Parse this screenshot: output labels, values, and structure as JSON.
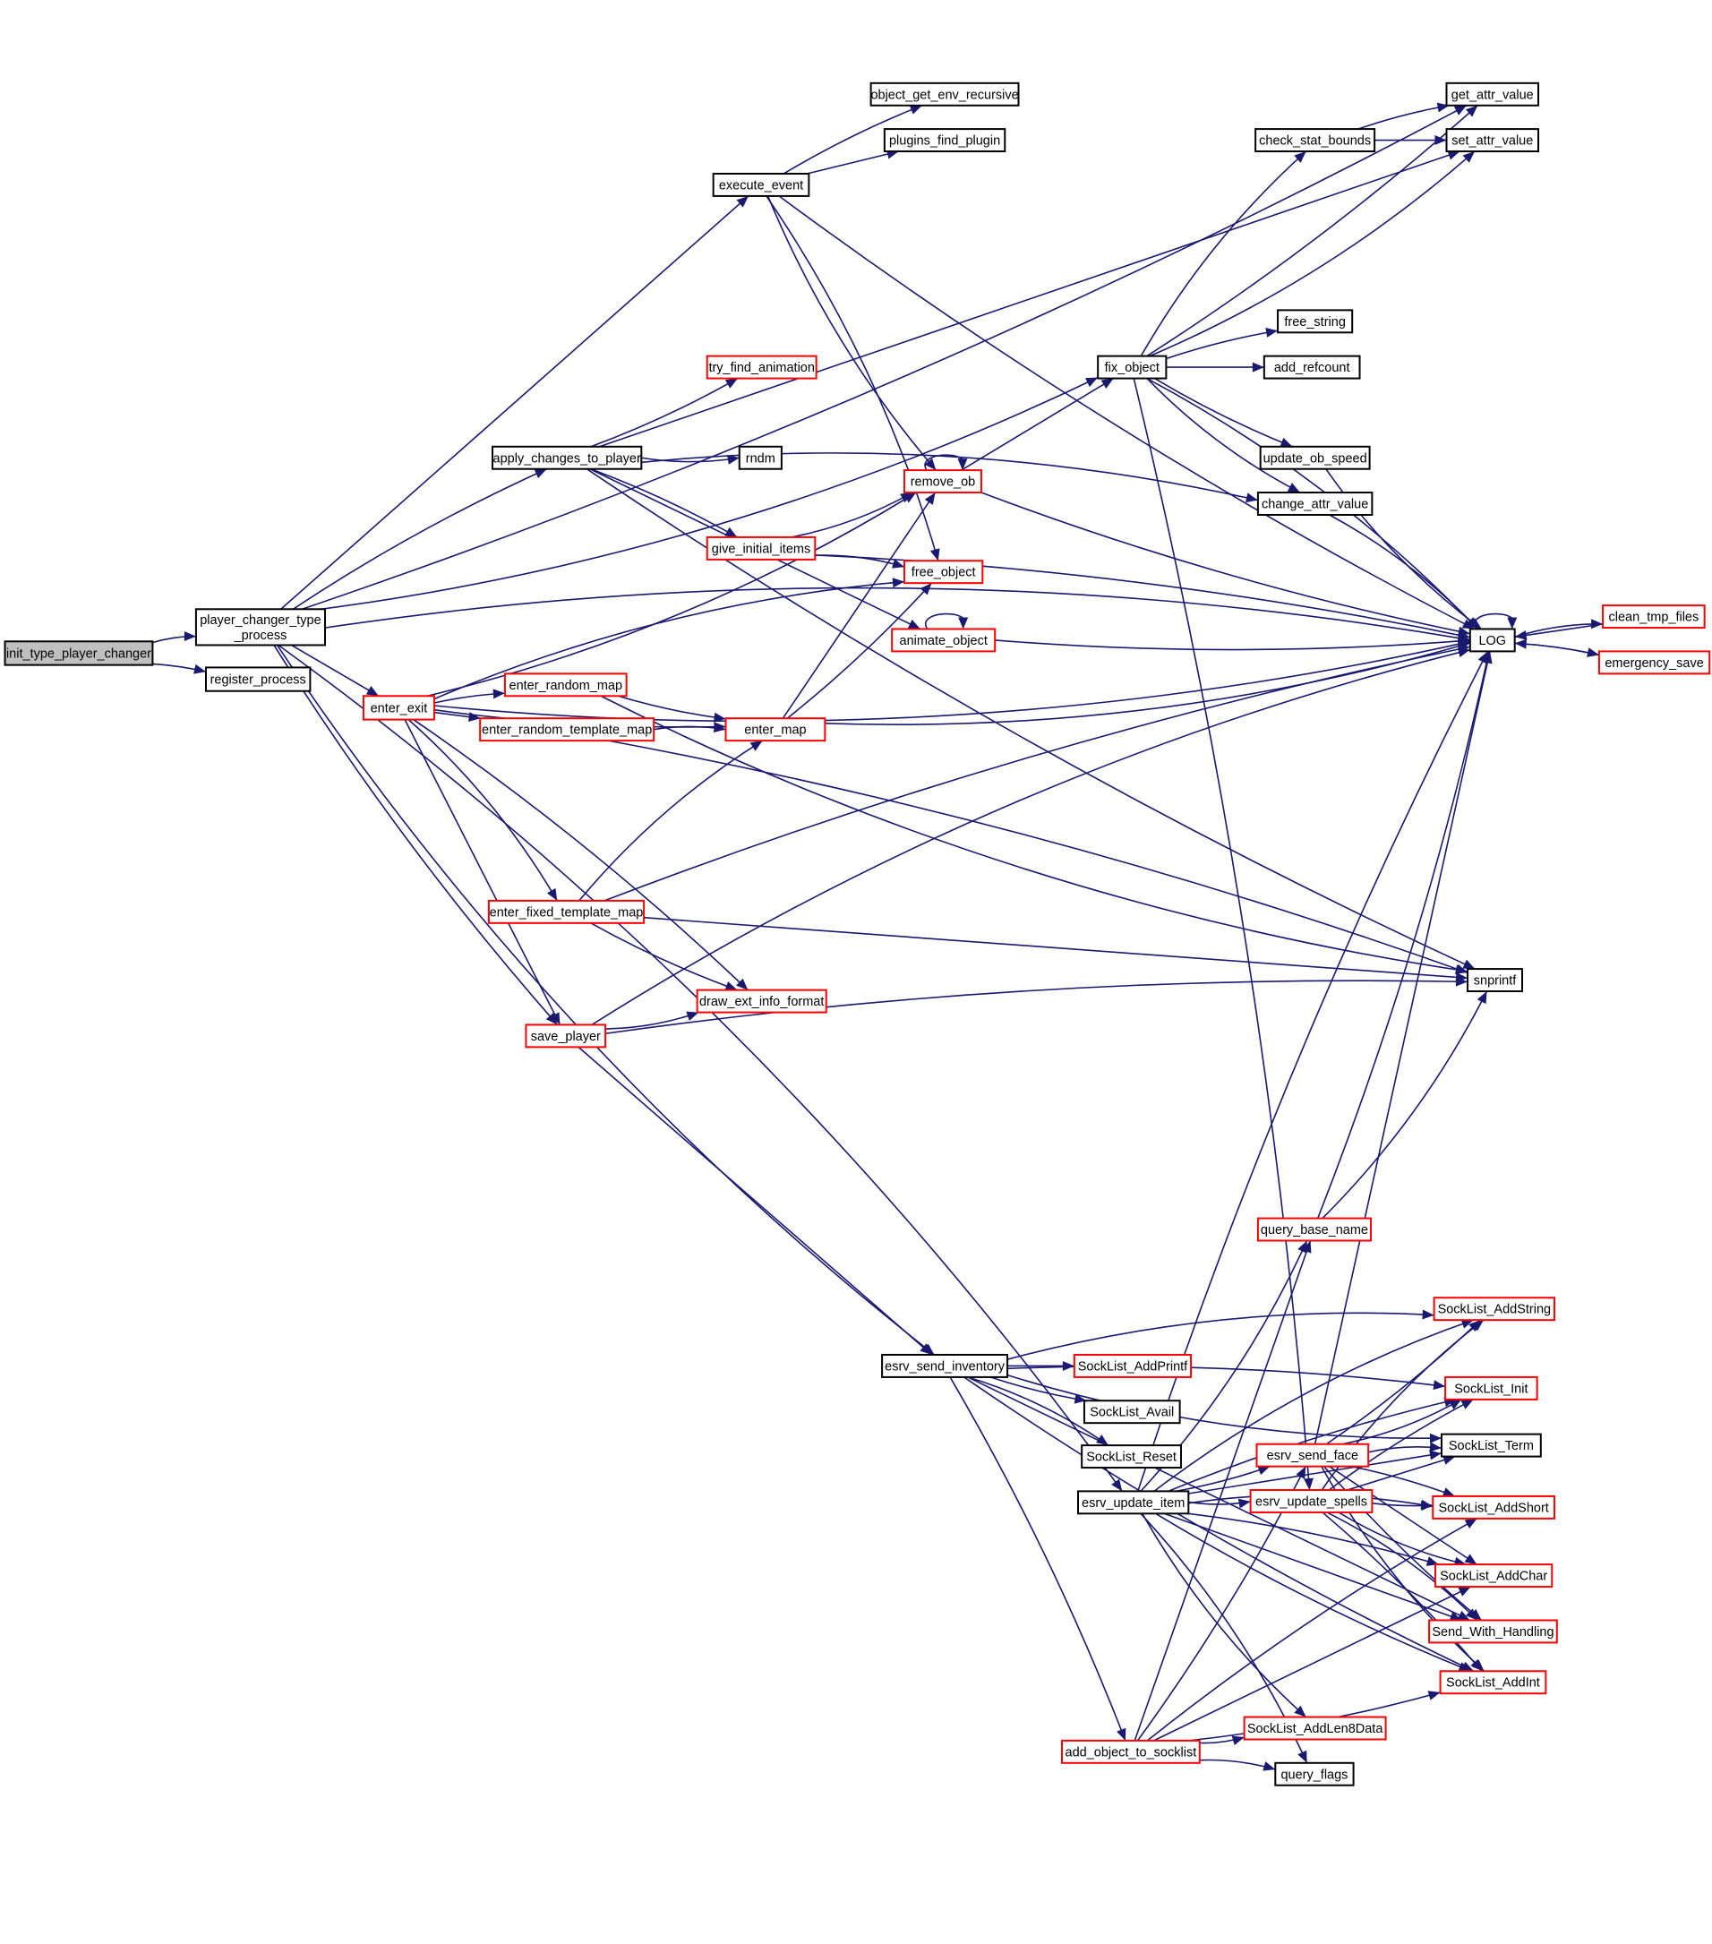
{
  "graph": {
    "title": "init_type_player_changer call graph",
    "colors": {
      "edge": "#191970",
      "root_fill": "#bfbfbf",
      "node_fill": "#ffffff",
      "node_border_default": "#000000",
      "node_border_truncated": "#ff0000"
    },
    "nodes": [
      {
        "id": "init_type_player_changer",
        "label": "init_type_player_changer",
        "style": "root"
      },
      {
        "id": "player_changer_type_process",
        "label": "player_changer_type\n_process",
        "style": "normal"
      },
      {
        "id": "register_process",
        "label": "register_process",
        "style": "normal"
      },
      {
        "id": "execute_event",
        "label": "execute_event",
        "style": "normal"
      },
      {
        "id": "object_get_env_recursive",
        "label": "object_get_env_recursive",
        "style": "normal"
      },
      {
        "id": "plugins_find_plugin",
        "label": "plugins_find_plugin",
        "style": "normal"
      },
      {
        "id": "get_attr_value",
        "label": "get_attr_value",
        "style": "normal"
      },
      {
        "id": "set_attr_value",
        "label": "set_attr_value",
        "style": "normal"
      },
      {
        "id": "check_stat_bounds",
        "label": "check_stat_bounds",
        "style": "normal"
      },
      {
        "id": "free_string",
        "label": "free_string",
        "style": "normal"
      },
      {
        "id": "add_refcount",
        "label": "add_refcount",
        "style": "normal"
      },
      {
        "id": "fix_object",
        "label": "fix_object",
        "style": "normal"
      },
      {
        "id": "try_find_animation",
        "label": "try_find_animation",
        "style": "truncated"
      },
      {
        "id": "apply_changes_to_player",
        "label": "apply_changes_to_player",
        "style": "normal"
      },
      {
        "id": "rndm",
        "label": "rndm",
        "style": "normal"
      },
      {
        "id": "update_ob_speed",
        "label": "update_ob_speed",
        "style": "normal"
      },
      {
        "id": "remove_ob",
        "label": "remove_ob",
        "style": "truncated"
      },
      {
        "id": "change_attr_value",
        "label": "change_attr_value",
        "style": "normal"
      },
      {
        "id": "give_initial_items",
        "label": "give_initial_items",
        "style": "truncated"
      },
      {
        "id": "free_object",
        "label": "free_object",
        "style": "truncated"
      },
      {
        "id": "clean_tmp_files",
        "label": "clean_tmp_files",
        "style": "truncated"
      },
      {
        "id": "LOG",
        "label": "LOG",
        "style": "normal"
      },
      {
        "id": "animate_object",
        "label": "animate_object",
        "style": "truncated"
      },
      {
        "id": "emergency_save",
        "label": "emergency_save",
        "style": "truncated"
      },
      {
        "id": "enter_exit",
        "label": "enter_exit",
        "style": "truncated"
      },
      {
        "id": "enter_random_map",
        "label": "enter_random_map",
        "style": "truncated"
      },
      {
        "id": "enter_random_template_map",
        "label": "enter_random_template_map",
        "style": "truncated"
      },
      {
        "id": "enter_map",
        "label": "enter_map",
        "style": "truncated"
      },
      {
        "id": "enter_fixed_template_map",
        "label": "enter_fixed_template_map",
        "style": "truncated"
      },
      {
        "id": "snprintf",
        "label": "snprintf",
        "style": "normal"
      },
      {
        "id": "draw_ext_info_format",
        "label": "draw_ext_info_format",
        "style": "truncated"
      },
      {
        "id": "save_player",
        "label": "save_player",
        "style": "truncated"
      },
      {
        "id": "query_base_name",
        "label": "query_base_name",
        "style": "truncated"
      },
      {
        "id": "SockList_AddString",
        "label": "SockList_AddString",
        "style": "truncated"
      },
      {
        "id": "esrv_send_inventory",
        "label": "esrv_send_inventory",
        "style": "normal"
      },
      {
        "id": "SockList_AddPrintf",
        "label": "SockList_AddPrintf",
        "style": "truncated"
      },
      {
        "id": "SockList_Init",
        "label": "SockList_Init",
        "style": "truncated"
      },
      {
        "id": "SockList_Avail",
        "label": "SockList_Avail",
        "style": "normal"
      },
      {
        "id": "SockList_Term",
        "label": "SockList_Term",
        "style": "normal"
      },
      {
        "id": "esrv_send_face",
        "label": "esrv_send_face",
        "style": "truncated"
      },
      {
        "id": "SockList_Reset",
        "label": "SockList_Reset",
        "style": "normal"
      },
      {
        "id": "esrv_update_item",
        "label": "esrv_update_item",
        "style": "normal"
      },
      {
        "id": "esrv_update_spells",
        "label": "esrv_update_spells",
        "style": "truncated"
      },
      {
        "id": "SockList_AddShort",
        "label": "SockList_AddShort",
        "style": "truncated"
      },
      {
        "id": "SockList_AddChar",
        "label": "SockList_AddChar",
        "style": "truncated"
      },
      {
        "id": "Send_With_Handling",
        "label": "Send_With_Handling",
        "style": "truncated"
      },
      {
        "id": "SockList_AddInt",
        "label": "SockList_AddInt",
        "style": "truncated"
      },
      {
        "id": "SockList_AddLen8Data",
        "label": "SockList_AddLen8Data",
        "style": "truncated"
      },
      {
        "id": "add_object_to_socklist",
        "label": "add_object_to_socklist",
        "style": "truncated"
      },
      {
        "id": "query_flags",
        "label": "query_flags",
        "style": "normal"
      }
    ],
    "edges": [
      [
        "init_type_player_changer",
        "player_changer_type_process"
      ],
      [
        "init_type_player_changer",
        "register_process"
      ],
      [
        "player_changer_type_process",
        "execute_event"
      ],
      [
        "player_changer_type_process",
        "get_attr_value"
      ],
      [
        "player_changer_type_process",
        "fix_object"
      ],
      [
        "player_changer_type_process",
        "LOG"
      ],
      [
        "player_changer_type_process",
        "apply_changes_to_player"
      ],
      [
        "player_changer_type_process",
        "enter_exit"
      ],
      [
        "player_changer_type_process",
        "save_player"
      ],
      [
        "player_changer_type_process",
        "esrv_send_inventory"
      ],
      [
        "player_changer_type_process",
        "esrv_update_item"
      ],
      [
        "execute_event",
        "object_get_env_recursive"
      ],
      [
        "execute_event",
        "plugins_find_plugin"
      ],
      [
        "execute_event",
        "LOG"
      ],
      [
        "execute_event",
        "remove_ob"
      ],
      [
        "execute_event",
        "free_object"
      ],
      [
        "check_stat_bounds",
        "get_attr_value"
      ],
      [
        "check_stat_bounds",
        "set_attr_value"
      ],
      [
        "fix_object",
        "get_attr_value"
      ],
      [
        "fix_object",
        "set_attr_value"
      ],
      [
        "fix_object",
        "check_stat_bounds"
      ],
      [
        "fix_object",
        "free_string"
      ],
      [
        "fix_object",
        "add_refcount"
      ],
      [
        "fix_object",
        "update_ob_speed"
      ],
      [
        "fix_object",
        "change_attr_value"
      ],
      [
        "fix_object",
        "LOG"
      ],
      [
        "fix_object",
        "esrv_update_spells"
      ],
      [
        "apply_changes_to_player",
        "set_attr_value"
      ],
      [
        "apply_changes_to_player",
        "try_find_animation"
      ],
      [
        "apply_changes_to_player",
        "rndm"
      ],
      [
        "apply_changes_to_player",
        "change_attr_value"
      ],
      [
        "apply_changes_to_player",
        "give_initial_items"
      ],
      [
        "apply_changes_to_player",
        "animate_object"
      ],
      [
        "apply_changes_to_player",
        "snprintf"
      ],
      [
        "update_ob_speed",
        "LOG"
      ],
      [
        "change_attr_value",
        "LOG"
      ],
      [
        "remove_ob",
        "remove_ob"
      ],
      [
        "remove_ob",
        "fix_object"
      ],
      [
        "remove_ob",
        "LOG"
      ],
      [
        "give_initial_items",
        "remove_ob"
      ],
      [
        "give_initial_items",
        "free_object"
      ],
      [
        "give_initial_items",
        "LOG"
      ],
      [
        "animate_object",
        "animate_object"
      ],
      [
        "animate_object",
        "LOG"
      ],
      [
        "LOG",
        "LOG"
      ],
      [
        "LOG",
        "clean_tmp_files"
      ],
      [
        "LOG",
        "emergency_save"
      ],
      [
        "clean_tmp_files",
        "LOG"
      ],
      [
        "emergency_save",
        "LOG"
      ],
      [
        "enter_exit",
        "remove_ob"
      ],
      [
        "enter_exit",
        "free_object"
      ],
      [
        "enter_exit",
        "enter_random_map"
      ],
      [
        "enter_exit",
        "enter_random_template_map"
      ],
      [
        "enter_exit",
        "enter_map"
      ],
      [
        "enter_exit",
        "LOG"
      ],
      [
        "enter_exit",
        "enter_fixed_template_map"
      ],
      [
        "enter_exit",
        "draw_ext_info_format"
      ],
      [
        "enter_exit",
        "save_player"
      ],
      [
        "enter_random_map",
        "enter_map"
      ],
      [
        "enter_random_map",
        "snprintf"
      ],
      [
        "enter_random_template_map",
        "enter_map"
      ],
      [
        "enter_random_template_map",
        "snprintf"
      ],
      [
        "enter_map",
        "remove_ob"
      ],
      [
        "enter_map",
        "free_object"
      ],
      [
        "enter_map",
        "LOG"
      ],
      [
        "enter_fixed_template_map",
        "enter_map"
      ],
      [
        "enter_fixed_template_map",
        "LOG"
      ],
      [
        "enter_fixed_template_map",
        "snprintf"
      ],
      [
        "enter_fixed_template_map",
        "draw_ext_info_format"
      ],
      [
        "save_player",
        "draw_ext_info_format"
      ],
      [
        "save_player",
        "LOG"
      ],
      [
        "save_player",
        "snprintf"
      ],
      [
        "save_player",
        "esrv_send_inventory"
      ],
      [
        "query_base_name",
        "LOG"
      ],
      [
        "query_base_name",
        "snprintf"
      ],
      [
        "esrv_send_inventory",
        "SockList_AddString"
      ],
      [
        "esrv_send_inventory",
        "SockList_Init"
      ],
      [
        "esrv_send_inventory",
        "SockList_AddPrintf"
      ],
      [
        "esrv_send_inventory",
        "SockList_Avail"
      ],
      [
        "esrv_send_inventory",
        "SockList_Term"
      ],
      [
        "esrv_send_inventory",
        "SockList_Reset"
      ],
      [
        "esrv_send_inventory",
        "add_object_to_socklist"
      ],
      [
        "esrv_send_inventory",
        "Send_With_Handling"
      ],
      [
        "esrv_send_inventory",
        "SockList_AddInt"
      ],
      [
        "esrv_update_item",
        "query_base_name"
      ],
      [
        "esrv_update_item",
        "SockList_AddString"
      ],
      [
        "esrv_update_item",
        "SockList_Init"
      ],
      [
        "esrv_update_item",
        "SockList_Term"
      ],
      [
        "esrv_update_item",
        "esrv_send_face"
      ],
      [
        "esrv_update_item",
        "esrv_update_spells"
      ],
      [
        "esrv_update_item",
        "SockList_AddShort"
      ],
      [
        "esrv_update_item",
        "SockList_AddChar"
      ],
      [
        "esrv_update_item",
        "Send_With_Handling"
      ],
      [
        "esrv_update_item",
        "SockList_AddInt"
      ],
      [
        "esrv_update_item",
        "SockList_AddLen8Data"
      ],
      [
        "esrv_update_item",
        "query_flags"
      ],
      [
        "esrv_update_item",
        "LOG"
      ],
      [
        "esrv_send_face",
        "LOG"
      ],
      [
        "esrv_send_face",
        "SockList_AddString"
      ],
      [
        "esrv_send_face",
        "SockList_Init"
      ],
      [
        "esrv_send_face",
        "SockList_Term"
      ],
      [
        "esrv_send_face",
        "SockList_AddShort"
      ],
      [
        "esrv_send_face",
        "SockList_AddChar"
      ],
      [
        "esrv_send_face",
        "Send_With_Handling"
      ],
      [
        "esrv_send_face",
        "SockList_AddInt"
      ],
      [
        "esrv_update_spells",
        "SockList_AddString"
      ],
      [
        "esrv_update_spells",
        "SockList_Init"
      ],
      [
        "esrv_update_spells",
        "SockList_Term"
      ],
      [
        "esrv_update_spells",
        "SockList_AddShort"
      ],
      [
        "esrv_update_spells",
        "SockList_AddChar"
      ],
      [
        "esrv_update_spells",
        "Send_With_Handling"
      ],
      [
        "esrv_update_spells",
        "SockList_AddInt"
      ],
      [
        "add_object_to_socklist",
        "query_base_name"
      ],
      [
        "add_object_to_socklist",
        "esrv_send_face"
      ],
      [
        "add_object_to_socklist",
        "SockList_AddLen8Data"
      ],
      [
        "add_object_to_socklist",
        "query_flags"
      ],
      [
        "add_object_to_socklist",
        "SockList_AddShort"
      ],
      [
        "add_object_to_socklist",
        "SockList_AddChar"
      ],
      [
        "add_object_to_socklist",
        "SockList_AddInt"
      ]
    ]
  }
}
